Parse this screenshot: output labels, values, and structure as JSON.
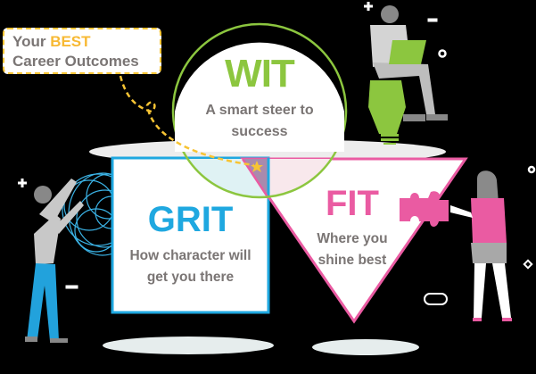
{
  "callout": {
    "line1_prefix": "Your ",
    "line1_highlight": "BEST",
    "line2": "Career Outcomes"
  },
  "wit": {
    "title": "WIT",
    "subtitle_line1": "A smart steer to",
    "subtitle_line2": "success",
    "color": "#8cc63f"
  },
  "grit": {
    "title": "GRIT",
    "subtitle_line1": "How character will",
    "subtitle_line2": "get you there",
    "color": "#1fa8e0"
  },
  "fit": {
    "title": "FIT",
    "subtitle_line1": "Where you",
    "subtitle_line2": "shine best",
    "color": "#ea5ba2"
  },
  "colors": {
    "accent_yellow": "#f7c434",
    "text_gray": "#7a7574",
    "background": "#000000"
  },
  "icons": [
    "star-icon",
    "lightbulb-icon",
    "laptop-icon",
    "puzzle-piece-icon",
    "scribble-icon",
    "plus-icon",
    "minus-icon",
    "circle-icon",
    "diamond-icon"
  ]
}
